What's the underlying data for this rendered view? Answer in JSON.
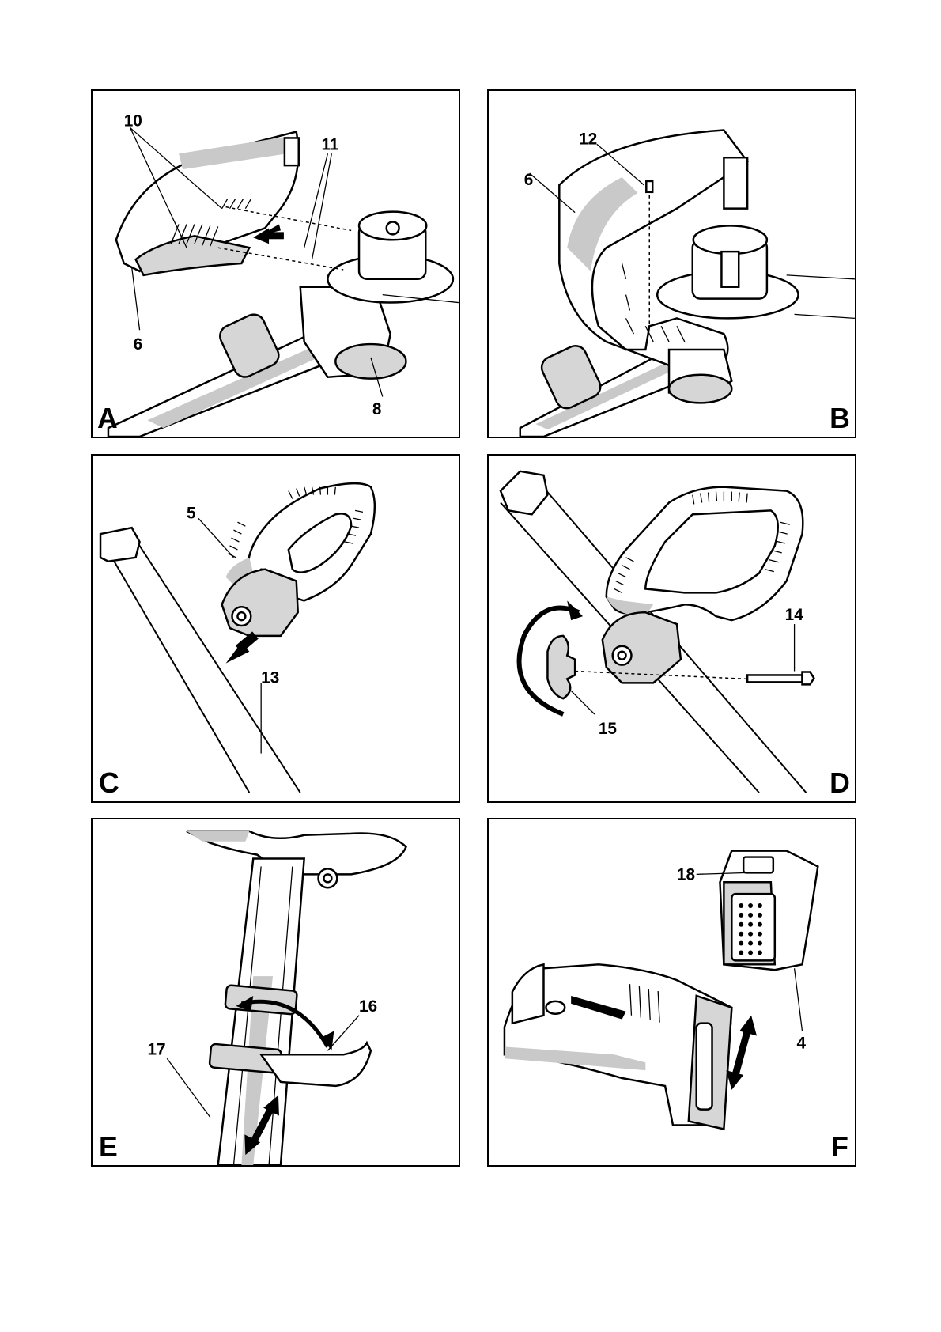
{
  "panels": [
    {
      "letter": "A",
      "callouts": [
        "10",
        "11",
        "6",
        "8"
      ]
    },
    {
      "letter": "B",
      "callouts": [
        "12",
        "6"
      ]
    },
    {
      "letter": "C",
      "callouts": [
        "5",
        "13"
      ]
    },
    {
      "letter": "D",
      "callouts": [
        "14",
        "15"
      ]
    },
    {
      "letter": "E",
      "callouts": [
        "16",
        "17"
      ]
    },
    {
      "letter": "F",
      "callouts": [
        "18",
        "4"
      ]
    }
  ]
}
